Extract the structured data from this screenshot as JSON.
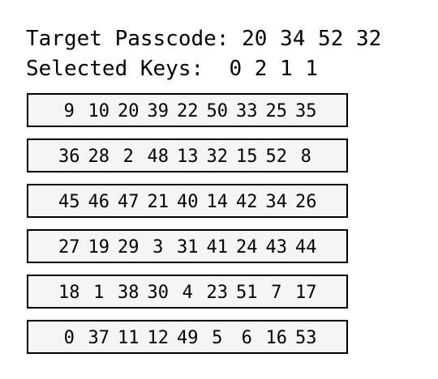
{
  "header": {
    "target_label": "Target Passcode:",
    "target_codes": [
      "20",
      "34",
      "52",
      "32"
    ],
    "selected_label": "Selected Keys:",
    "selected_keys": [
      "0",
      "2",
      "1",
      "1"
    ]
  },
  "key_rows": [
    [
      "9",
      "10",
      "20",
      "39",
      "22",
      "50",
      "33",
      "25",
      "35"
    ],
    [
      "36",
      "28",
      "2",
      "48",
      "13",
      "32",
      "15",
      "52",
      "8"
    ],
    [
      "45",
      "46",
      "47",
      "21",
      "40",
      "14",
      "42",
      "34",
      "26"
    ],
    [
      "27",
      "19",
      "29",
      "3",
      "31",
      "41",
      "24",
      "43",
      "44"
    ],
    [
      "18",
      "1",
      "38",
      "30",
      "4",
      "23",
      "51",
      "7",
      "17"
    ],
    [
      "0",
      "37",
      "11",
      "12",
      "49",
      "5",
      "6",
      "16",
      "53"
    ]
  ],
  "colors": {
    "row_background": "#f5f5f5",
    "row_border": "#000000",
    "text": "#000000"
  }
}
